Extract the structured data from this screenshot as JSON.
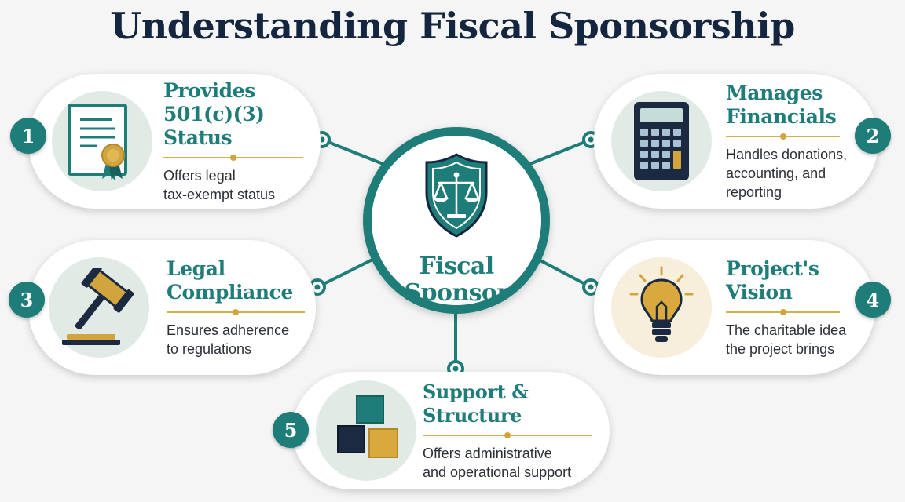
{
  "title": "Understanding Fiscal Sponsorship",
  "center": {
    "label_line1": "Fiscal",
    "label_line2": "Sponsor",
    "icon": "shield-scales-icon"
  },
  "colors": {
    "teal": "#1f7d79",
    "navy": "#14253f",
    "gold": "#d2a43e",
    "background": "#f4f5f4"
  },
  "cards": [
    {
      "number": "1",
      "title_line1": "Provides",
      "title_line2": "501(c)(3) Status",
      "desc_line1": "Offers legal",
      "desc_line2": "tax-exempt status",
      "icon": "certificate-icon"
    },
    {
      "number": "2",
      "title_line1": "Manages",
      "title_line2": "Financials",
      "desc_line1": "Handles donations,",
      "desc_line2": "accounting, and",
      "desc_line3": "reporting",
      "icon": "calculator-icon"
    },
    {
      "number": "3",
      "title_line1": "Legal",
      "title_line2": "Compliance",
      "desc_line1": "Ensures adherence",
      "desc_line2": "to regulations",
      "icon": "gavel-icon"
    },
    {
      "number": "4",
      "title_line1": "Project's",
      "title_line2": "Vision",
      "desc_line1": "The charitable idea",
      "desc_line2": "the project brings",
      "icon": "lightbulb-icon"
    },
    {
      "number": "5",
      "title_line1": "Support & Structure",
      "desc_line1": "Offers administrative",
      "desc_line2": "and operational support",
      "icon": "cubes-icon"
    }
  ]
}
